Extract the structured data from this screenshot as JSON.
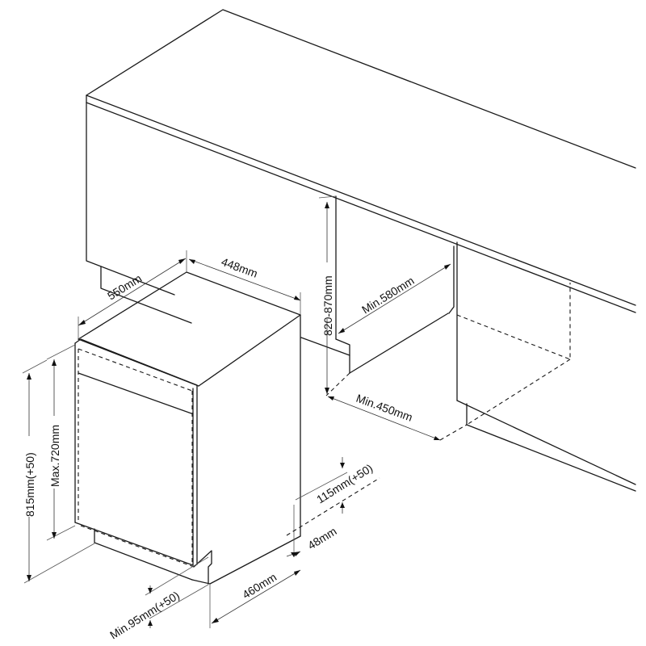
{
  "diagram": {
    "subject": "Built-in dishwasher installation dimensions (isometric)",
    "line_color": "#1a1a1a",
    "background": "#ffffff",
    "dimensions": {
      "depth": "550mm",
      "width": "448mm",
      "cabinet_height": "820-870mm",
      "niche_depth": "Min.580mm",
      "niche_width": "Min.450mm",
      "plinth_height": "115mm(+50)",
      "plinth_offset": "48mm",
      "appliance_depth_base": "460mm",
      "door_height_max": "Max.720mm",
      "appliance_height": "815mm(+50)",
      "kick_clearance": "Min.95mm(+50)"
    }
  }
}
